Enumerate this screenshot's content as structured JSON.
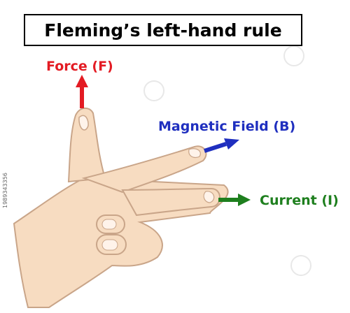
{
  "title": "Fleming’s left-hand rule",
  "labels": {
    "force": "Force (F)",
    "field": "Magnetic Field (B)",
    "current": "Current (I)"
  },
  "side_id": "1989343356",
  "colors": {
    "force": "#e31b23",
    "field": "#1f2fbf",
    "current": "#1e7f1e",
    "skin": "#f7dcc1",
    "skin_outline": "#c9a589",
    "nail": "#fff3ea"
  },
  "icons": {
    "force_arrow": "arrow-up-icon",
    "field_arrow": "arrow-up-right-icon",
    "current_arrow": "arrow-right-icon"
  }
}
